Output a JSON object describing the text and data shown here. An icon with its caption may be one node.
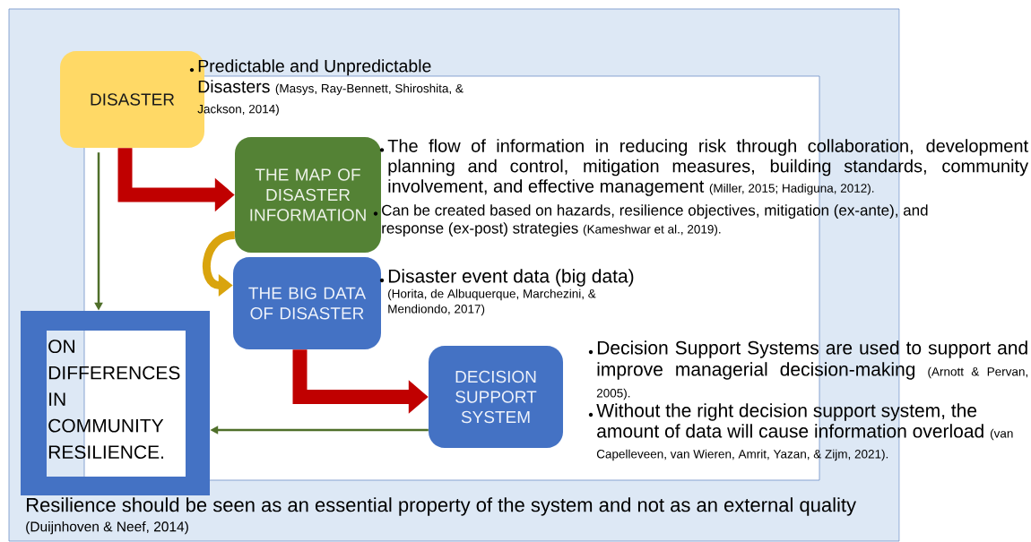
{
  "diagram": {
    "nodes": [
      {
        "text": [
          "DISASTER"
        ],
        "beside": [
          "Predictable and Unpredictable Disasters",
          "(Masys, Ray-Bennett, Shiroshita, & Jackson, 2014)"
        ]
      },
      {
        "text": [
          "THE MAP OF DISASTER INFORMATION"
        ],
        "beside": [
          "The flow of information in reducing risk through collaboration, development planning and control, mitigation measures, building standards, community involvement, and effective management",
          "(Miller, 2015; Hadiguna, 2012).",
          "Can be created based on hazards, resilience objectives, mitigation (ex-ante), and response (ex-post) strategies",
          "(Kameshwar et al., 2019)."
        ]
      },
      {
        "text": [
          "THE BIG DATA OF DISASTER"
        ],
        "beside": [
          "Disaster event data (big data)",
          "(Horita, de Albuquerque, Marchezini, & Mendiondo, 2017)"
        ]
      },
      {
        "text": [
          "DECISION SUPPORT SYSTEM"
        ],
        "beside": [
          "Decision Support Systems are used to support and improve managerial decision-making",
          "(Arnott & Pervan, 2005).",
          "Without the right decision support system, the amount of data will cause information overload",
          "(van Capelleveen, van Wieren, Amrit, Yazan, & Zijm, 2021)."
        ]
      },
      {
        "text": [
          "ON DIFFERENCES IN COMMUNITY RESILIENCE."
        ]
      }
    ],
    "edges": [
      {
        "from": 0,
        "to": 1,
        "arrow": "to",
        "color": "#c00000"
      },
      {
        "from": 1,
        "to": 2,
        "arrow": "to",
        "color": "#d9a40e"
      },
      {
        "from": 2,
        "to": 3,
        "arrow": "to",
        "color": "#c00000"
      },
      {
        "from": 0,
        "to": 4,
        "arrow": "to",
        "color": "#4f6f2a"
      },
      {
        "from": 3,
        "to": 4,
        "arrow": "to",
        "color": "#4f6f2a"
      }
    ],
    "labels": [
      "Resilience should be seen as an essential property of the system and not as an external quality",
      "(Duijnhoven & Neef, 2014)"
    ]
  }
}
